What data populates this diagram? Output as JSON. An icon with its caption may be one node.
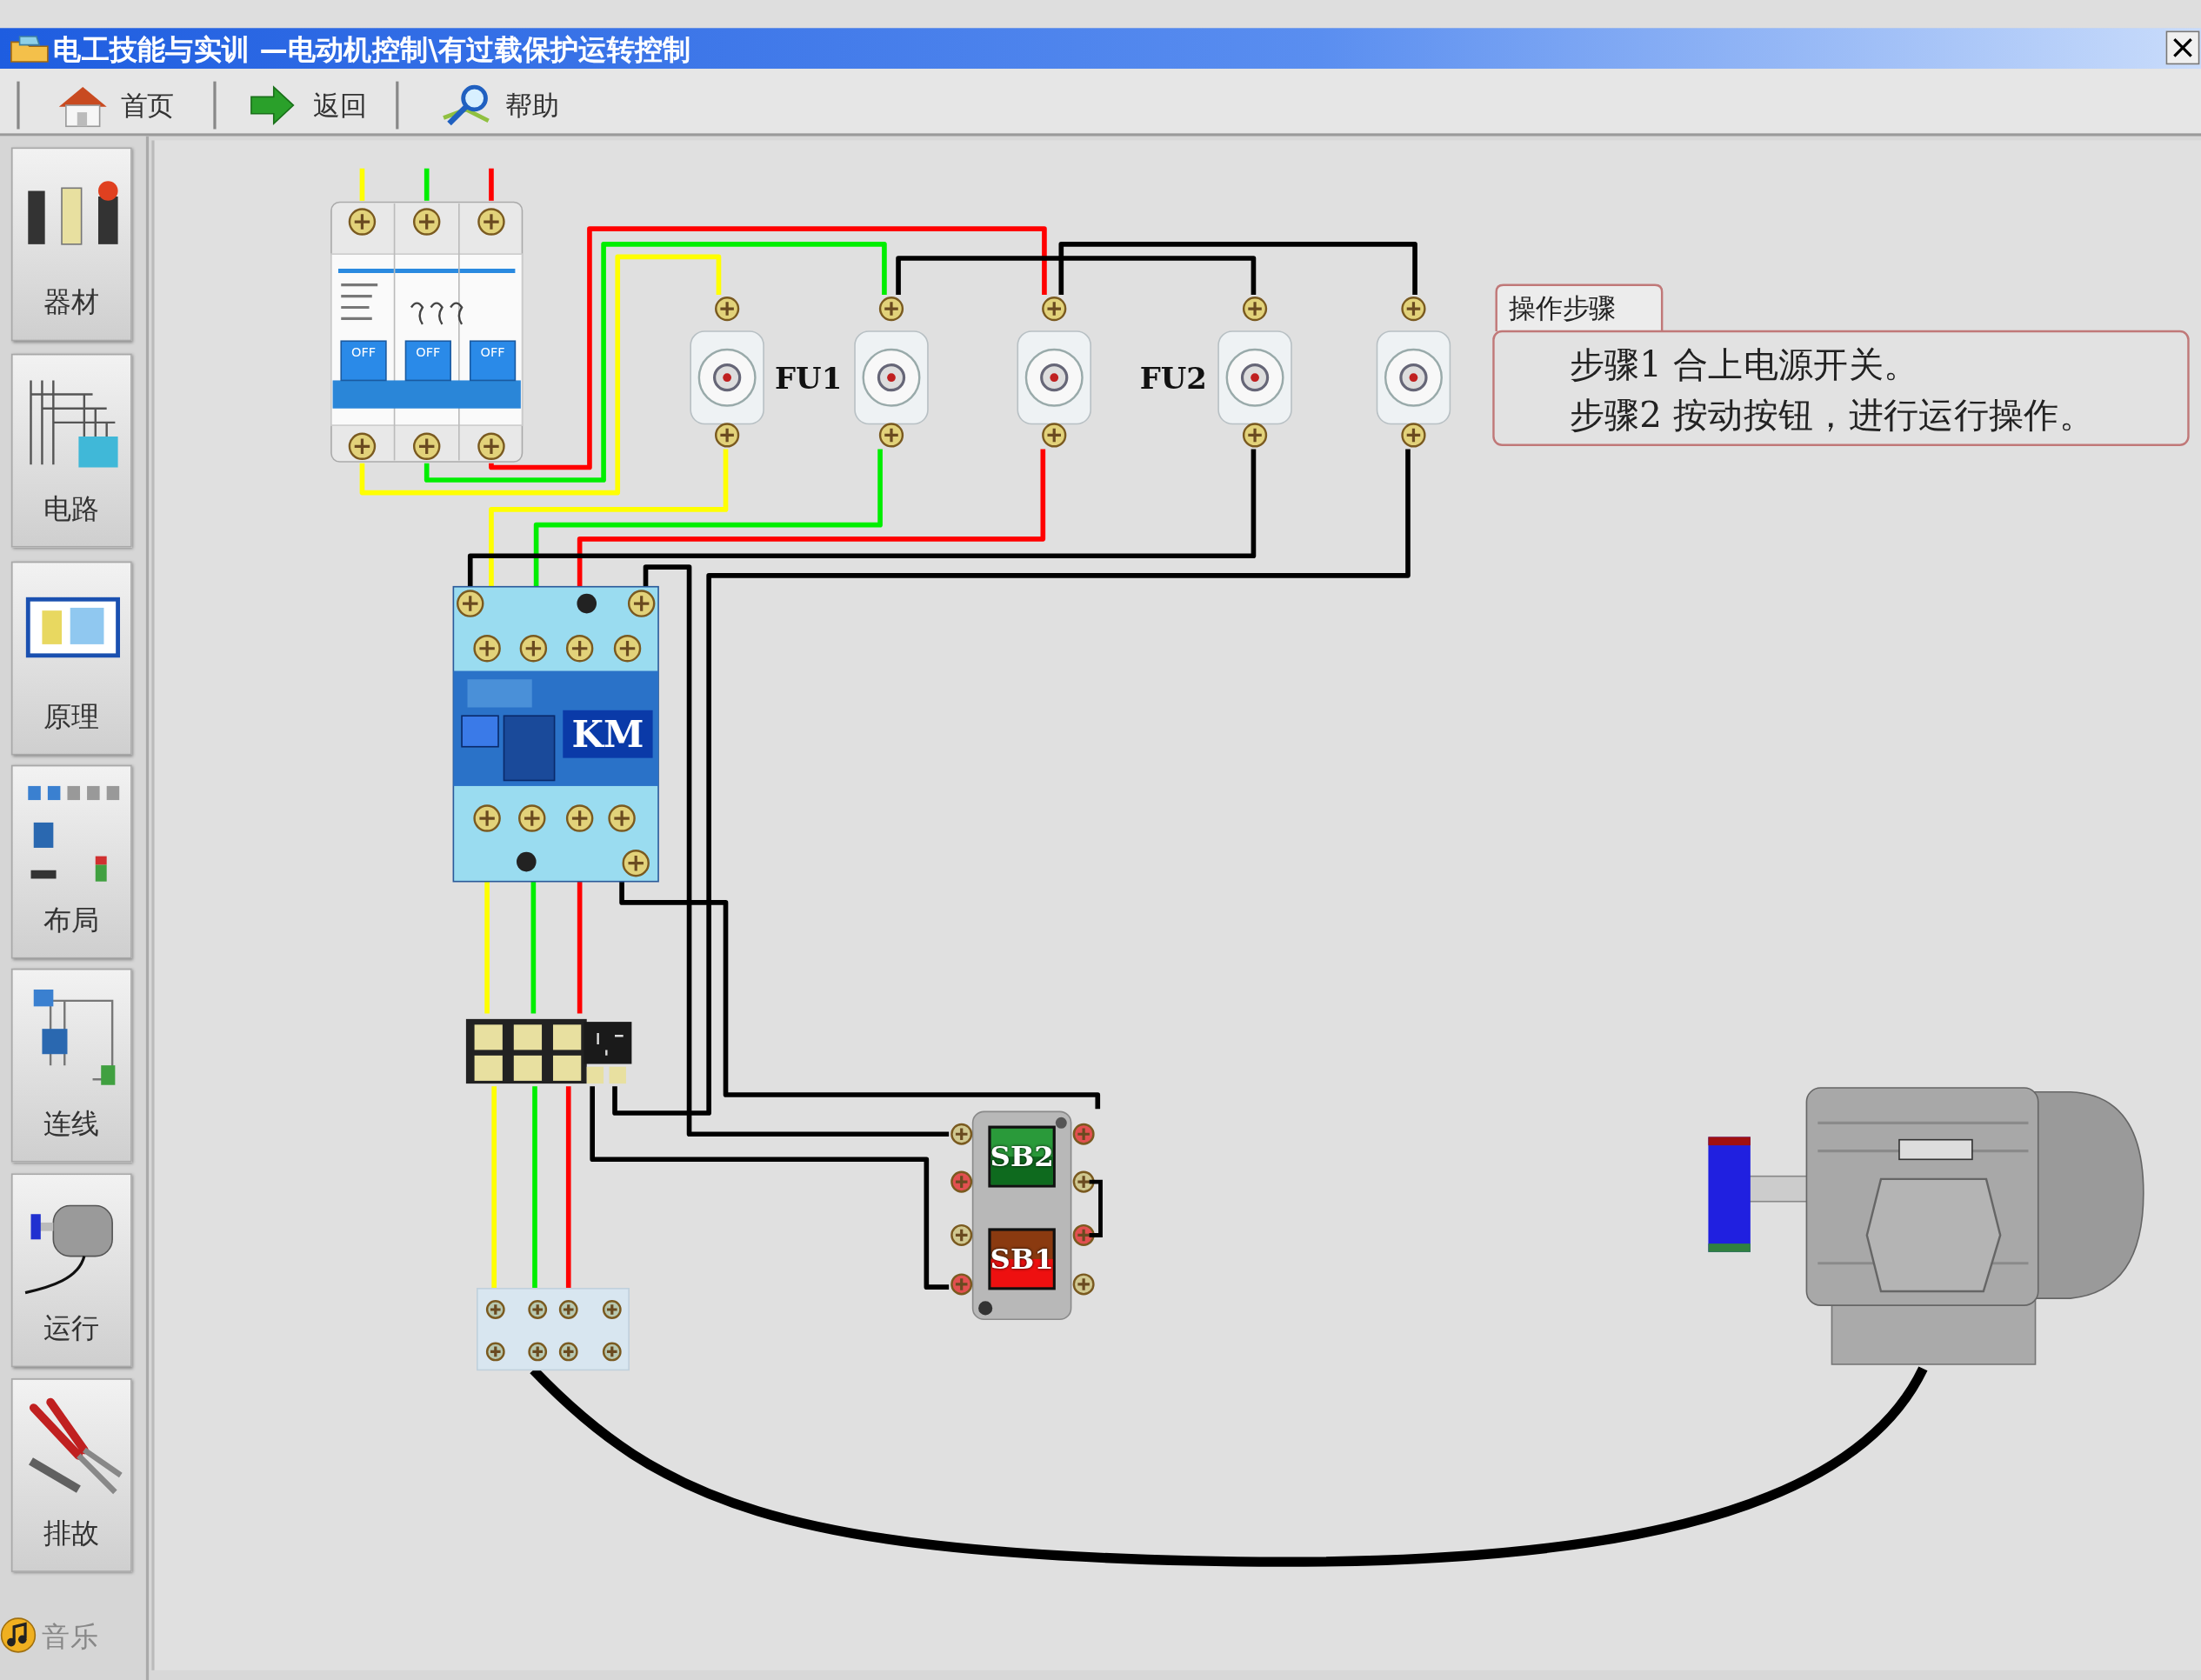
{
  "diagram": {
    "nodes": [
      {
        "text": [
          "OFF",
          "OFF",
          "OFF"
        ]
      },
      {
        "text": [],
        "shape": "picture",
        "beside": [
          "FU1"
        ]
      },
      {
        "text": [],
        "shape": "picture"
      },
      {
        "text": [],
        "shape": "picture"
      },
      {
        "text": [],
        "shape": "picture",
        "beside": [
          "FU2"
        ]
      },
      {
        "text": [],
        "shape": "picture"
      },
      {
        "text": [
          "KM"
        ]
      },
      {
        "text": [],
        "shape": "picture"
      },
      {
        "text": [],
        "shape": "box"
      },
      {
        "text": [
          "SB2"
        ],
        "in": 8
      },
      {
        "text": [
          "SB1"
        ],
        "in": 8
      },
      {
        "text": [],
        "shape": "picture"
      },
      {
        "text": [],
        "shape": "picture"
      },
      {
        "text": [
          "操作步骤",
          "步骤1 合上电源开关。",
          "步骤2 按动按钮，进行运行操作。"
        ]
      }
    ],
    "edges": [
      {
        "from": null,
        "to": 0,
        "arrow": "none",
        "color": "#ffff00"
      },
      {
        "from": null,
        "to": 0,
        "arrow": "none",
        "color": "#00ee00"
      },
      {
        "from": null,
        "to": 0,
        "arrow": "none",
        "color": "#ff0000"
      },
      {
        "from": 0,
        "to": 3,
        "arrow": "none",
        "color": "#ff0000"
      },
      {
        "from": 0,
        "to": 2,
        "arrow": "none",
        "color": "#00ee00"
      },
      {
        "from": 0,
        "to": 1,
        "arrow": "none",
        "color": "#ffff00"
      },
      {
        "from": 2,
        "to": 4,
        "arrow": "none"
      },
      {
        "from": 3,
        "to": 5,
        "arrow": "none"
      },
      {
        "from": 1,
        "to": 6,
        "arrow": "none",
        "color": "#ffff00"
      },
      {
        "from": 2,
        "to": 6,
        "arrow": "none",
        "color": "#00ee00"
      },
      {
        "from": 3,
        "to": 6,
        "arrow": "none",
        "color": "#ff0000"
      },
      {
        "from": 4,
        "to": 6,
        "arrow": "none"
      },
      {
        "from": 5,
        "to": 7,
        "arrow": "none"
      },
      {
        "from": 6,
        "to": 8,
        "arrow": "none"
      },
      {
        "from": 6,
        "to": 8,
        "arrow": "none"
      },
      {
        "from": 7,
        "to": 8,
        "arrow": "none"
      },
      {
        "from": 6,
        "to": 7,
        "arrow": "none",
        "color": "#ffff00"
      },
      {
        "from": 6,
        "to": 7,
        "arrow": "none",
        "color": "#00ee00"
      },
      {
        "from": 6,
        "to": 7,
        "arrow": "none",
        "color": "#ff0000"
      },
      {
        "from": 7,
        "to": 11,
        "arrow": "none",
        "color": "#ffff00"
      },
      {
        "from": 7,
        "to": 11,
        "arrow": "none",
        "color": "#00ee00"
      },
      {
        "from": 7,
        "to": 11,
        "arrow": "none",
        "color": "#ff0000"
      },
      {
        "from": 11,
        "to": 12,
        "arrow": "none",
        "style": "thick"
      }
    ],
    "labels": [
      "电工技能与实训 —电动机控制\\有过载保护运转控制",
      "首页",
      "返回",
      "帮助",
      "器材",
      "电路",
      "原理",
      "布局",
      "连线",
      "运行",
      "排故",
      "音乐"
    ]
  }
}
